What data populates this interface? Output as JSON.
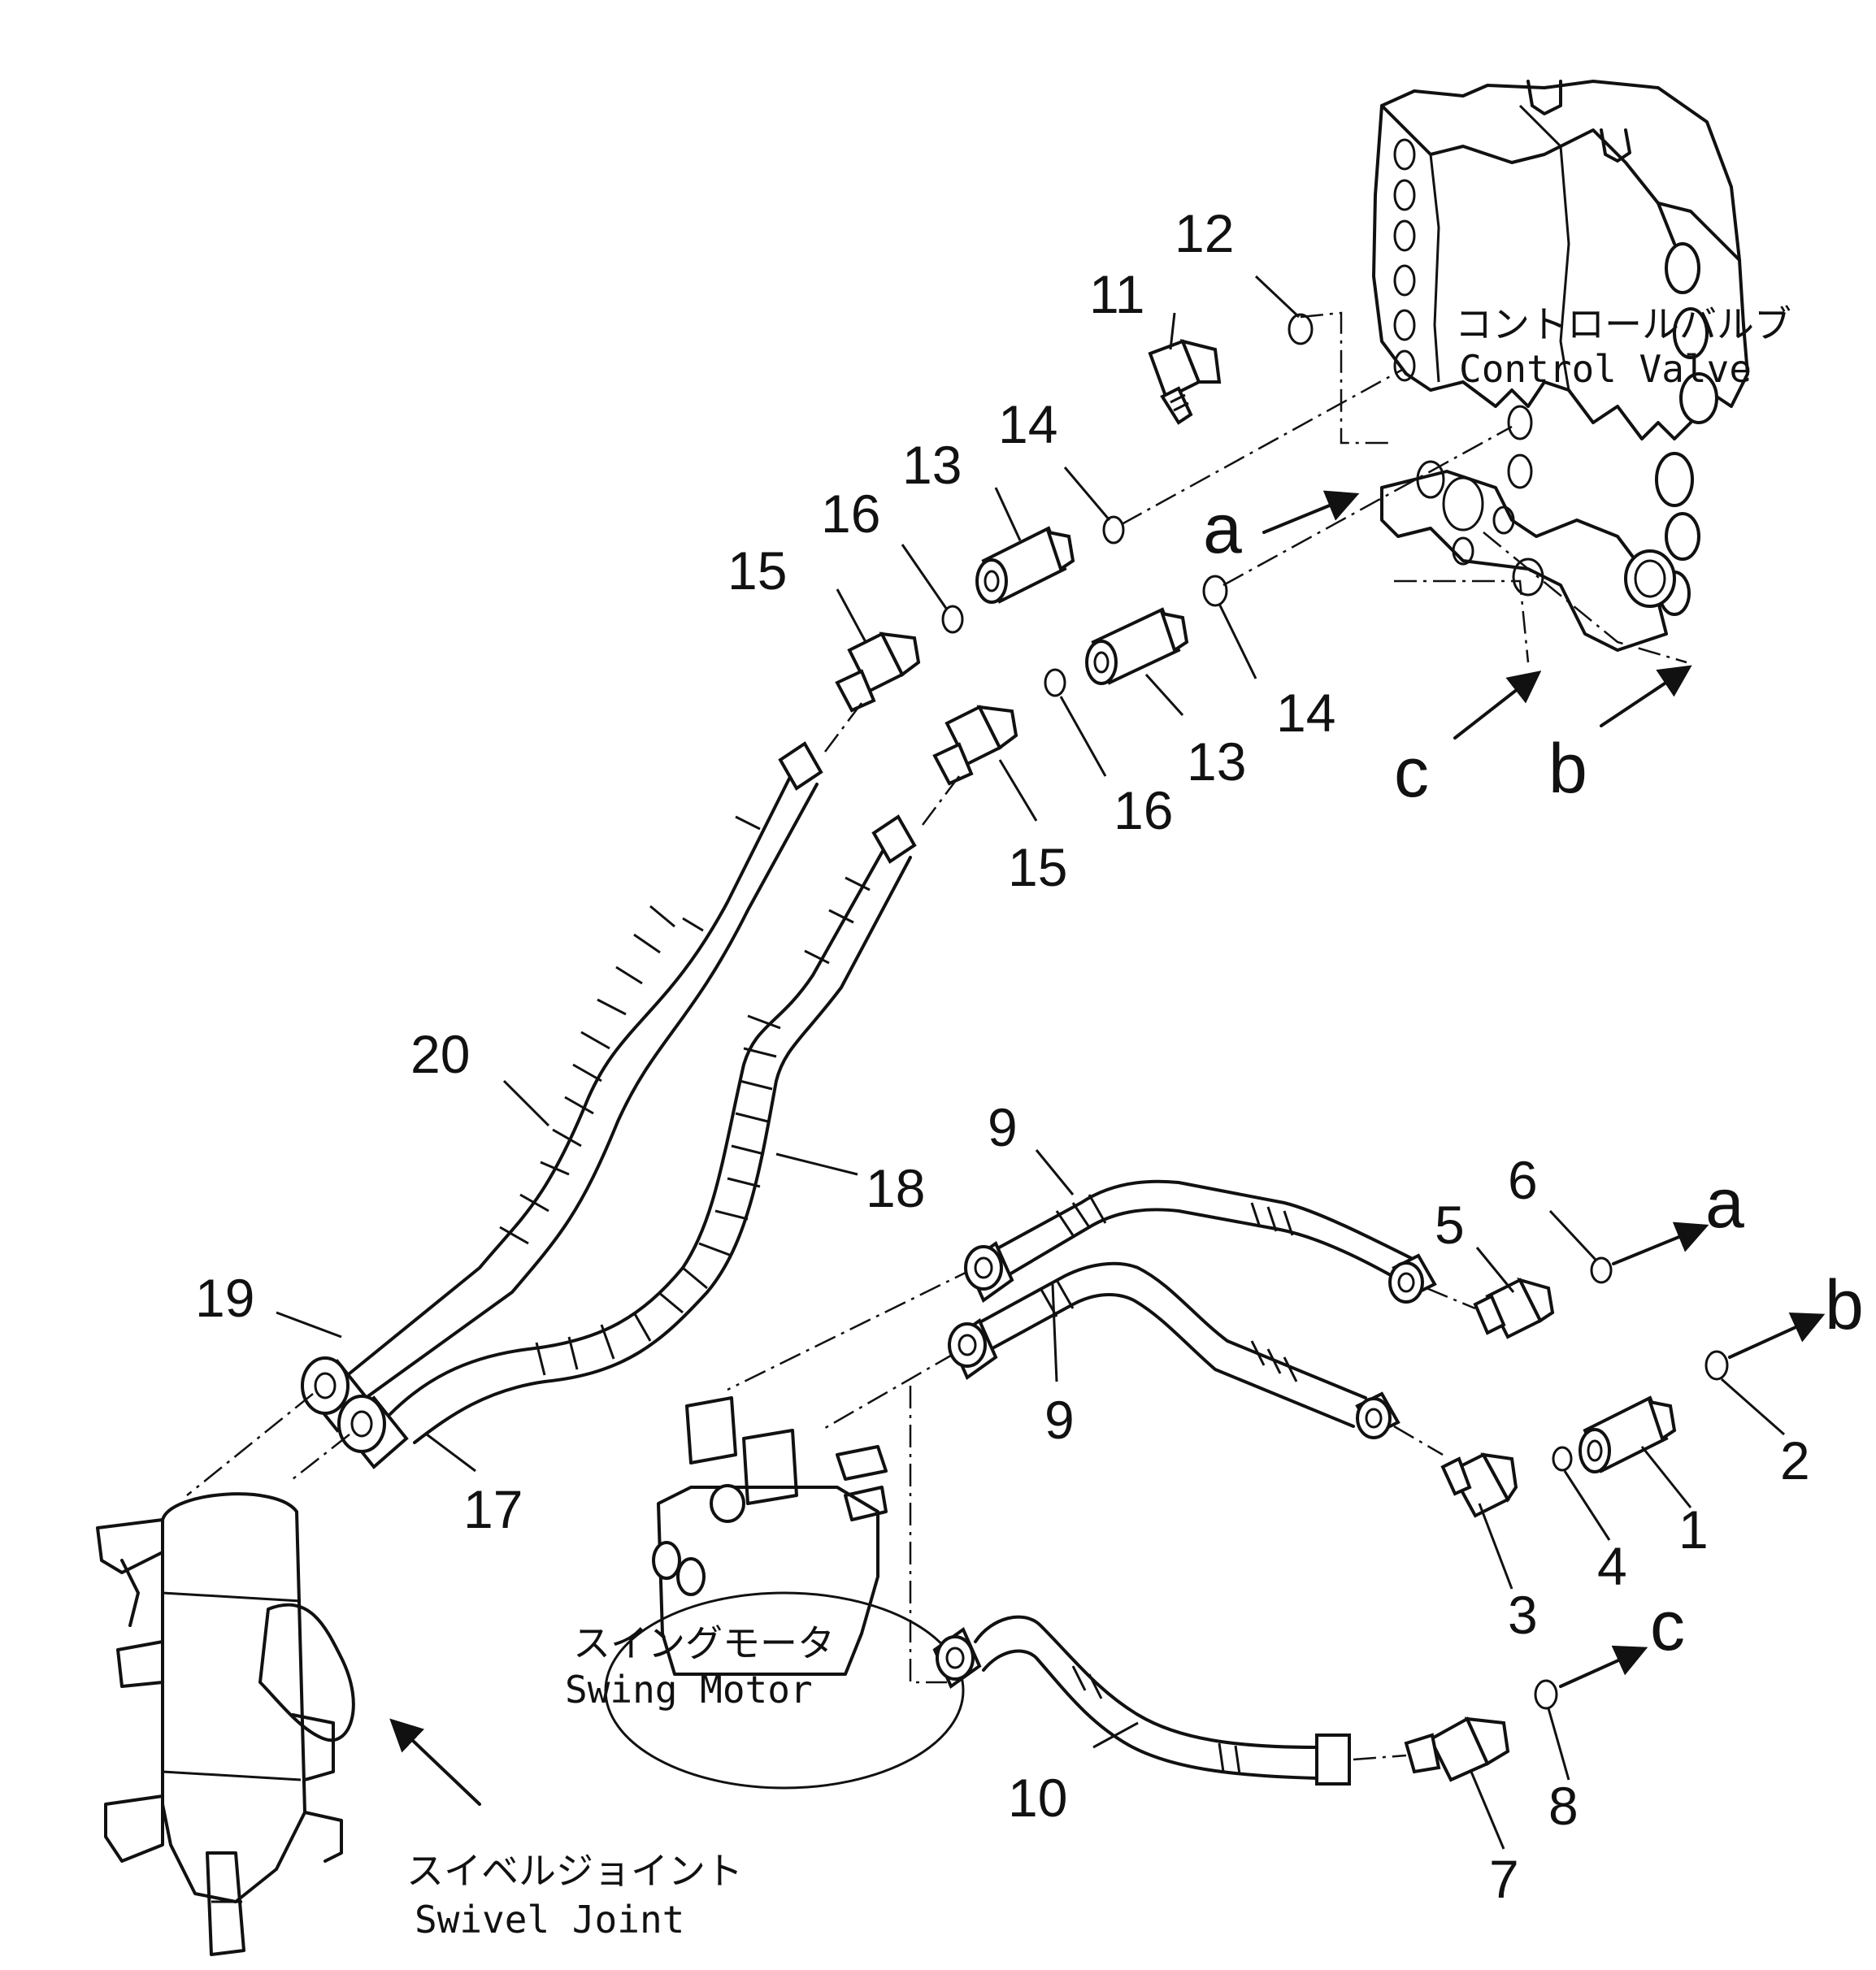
{
  "labels": {
    "control_valve_jp": "コントロールバルブ",
    "control_valve_en": "Control Valve",
    "swing_motor_jp": "スイングモータ",
    "swing_motor_en": "Swing Motor",
    "swivel_joint_jp": "スイベルジョイント",
    "swivel_joint_en": "Swivel Joint"
  },
  "connection_letters": {
    "a": "a",
    "b": "b",
    "c": "c"
  },
  "parts": {
    "p1": "1",
    "p2": "2",
    "p3": "3",
    "p4": "4",
    "p5": "5",
    "p6": "6",
    "p7": "7",
    "p8": "8",
    "p9a": "9",
    "p9b": "9",
    "p10": "10",
    "p11": "11",
    "p12": "12",
    "p13a": "13",
    "p13b": "13",
    "p14a": "14",
    "p14b": "14",
    "p15a": "15",
    "p15b": "15",
    "p16a": "16",
    "p16b": "16",
    "p17": "17",
    "p18": "18",
    "p19": "19",
    "p20": "20"
  }
}
